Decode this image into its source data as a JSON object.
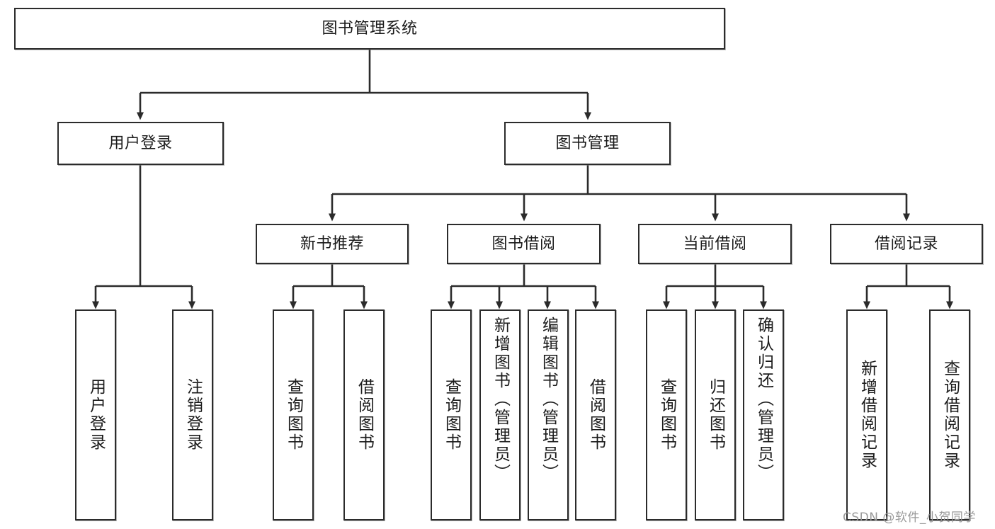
{
  "diagram": {
    "title_node": {
      "label": "图书管理系统"
    },
    "level2": [
      {
        "label": "用户登录"
      },
      {
        "label": "图书管理"
      }
    ],
    "level3": [
      {
        "label": "新书推荐"
      },
      {
        "label": "图书借阅"
      },
      {
        "label": "当前借阅"
      },
      {
        "label": "借阅记录"
      }
    ],
    "leaves": {
      "user_login": [
        {
          "label": "用户登录"
        },
        {
          "label": "注销登录"
        }
      ],
      "new_book_recommend": [
        {
          "label": "查询图书"
        },
        {
          "label": "借阅图书"
        }
      ],
      "book_borrow": [
        {
          "label": "查询图书"
        },
        {
          "label": "新增图书（管理员）"
        },
        {
          "label": "编辑图书（管理员）"
        },
        {
          "label": "借阅图书"
        }
      ],
      "current_borrow": [
        {
          "label": "查询图书"
        },
        {
          "label": "归还图书"
        },
        {
          "label": "确认归还（管理员）"
        }
      ],
      "borrow_record": [
        {
          "label": "新增借阅记录"
        },
        {
          "label": "查询借阅记录"
        }
      ]
    }
  },
  "watermark": {
    "text": "CSDN @软件_小贺同学"
  },
  "colors": {
    "box_border": "#2b2b2b",
    "box_fill": "#ffffff",
    "line": "#2b2b2b",
    "text": "#1b1b1b",
    "watermark": "#9a9a9a"
  }
}
